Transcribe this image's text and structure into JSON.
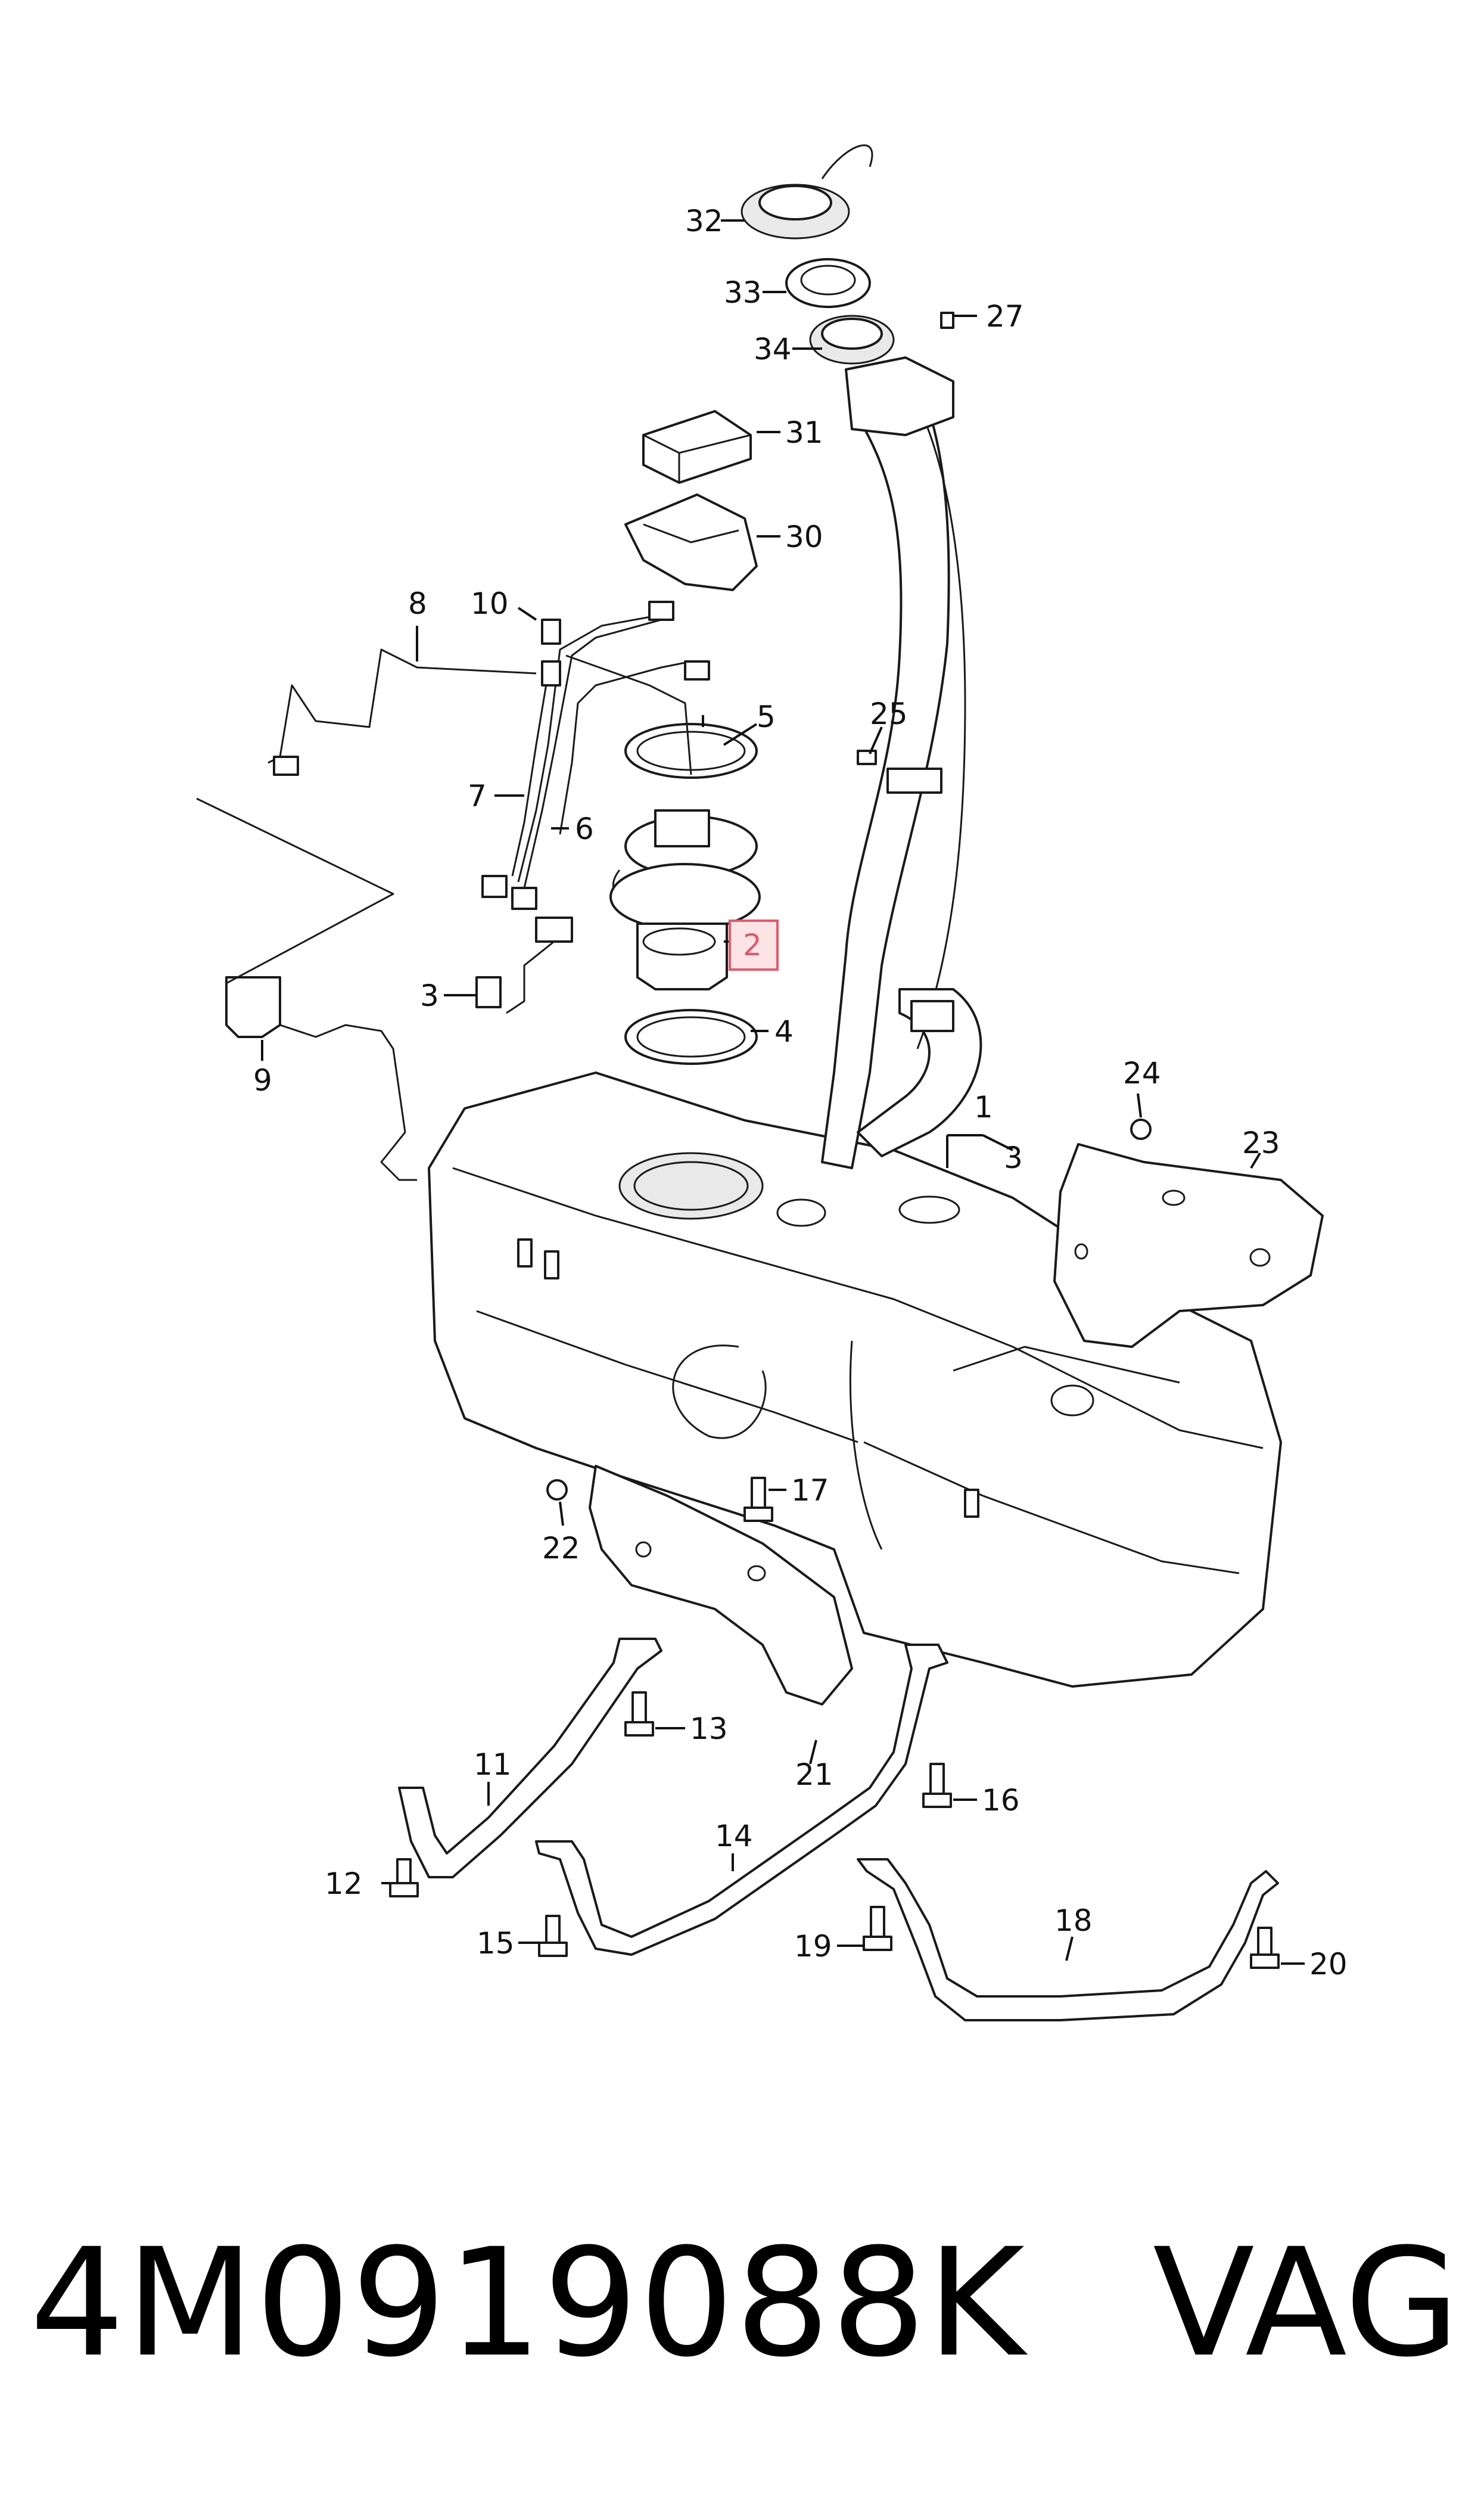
{
  "callouts": {
    "c1": "1",
    "c2": "2",
    "c3": "3",
    "c3b": "3",
    "c4": "4",
    "c5": "5",
    "c6": "6",
    "c7": "7",
    "c8": "8",
    "c9": "9",
    "c10": "10",
    "c11": "11",
    "c12": "12",
    "c13": "13",
    "c14": "14",
    "c15": "15",
    "c16": "16",
    "c17": "17",
    "c18": "18",
    "c19": "19",
    "c20": "20",
    "c21": "21",
    "c22": "22",
    "c23": "23",
    "c24": "24",
    "c25": "25",
    "c27": "27",
    "c30": "30",
    "c31": "31",
    "c32": "32",
    "c33": "33",
    "c34": "34"
  },
  "highlight_color": "#e05a6a",
  "highlight_fill": "#fbe3e6",
  "footer": {
    "part_number": "4M0919088K",
    "brand": "VAG"
  }
}
